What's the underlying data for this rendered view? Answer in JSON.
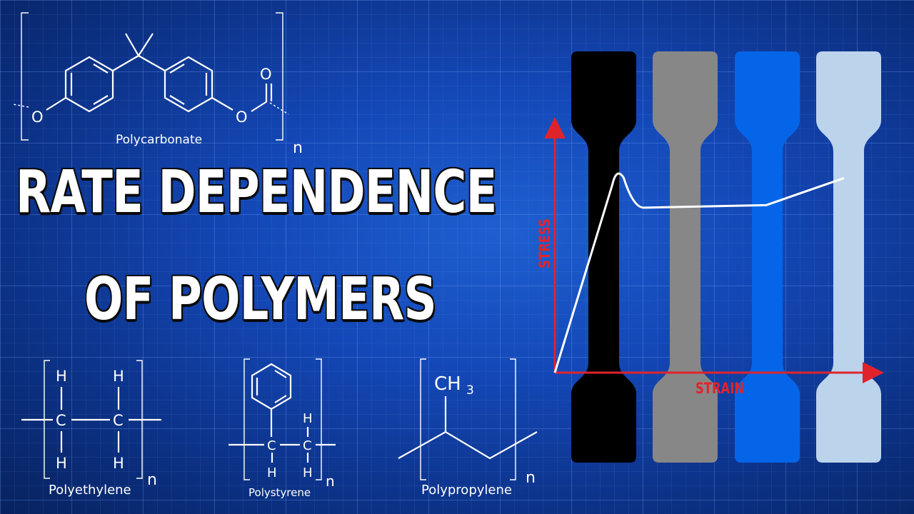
{
  "title": {
    "line1": "RATE DEPENDENCE",
    "line2": "OF POLYMERS"
  },
  "molecules": {
    "polycarbonate": {
      "name": "Polycarbonate",
      "sub": "n",
      "o_left": "O",
      "o_right": "O",
      "o_top": "O"
    },
    "polyethylene": {
      "name": "Polyethylene",
      "sub": "n",
      "h": "H",
      "c": "C"
    },
    "polystyrene": {
      "name": "Polystyrene",
      "sub": "n",
      "h": "H",
      "c": "C"
    },
    "polypropylene": {
      "name": "Polypropylene",
      "sub": "n",
      "ch3": "CH",
      "ch3_sub": "3"
    }
  },
  "stress_strain": {
    "y_axis_label": "STRESS",
    "x_axis_label": "STRAIN",
    "axis_color": "#e0232a",
    "curve_color": "#ffffff",
    "curve": [
      [
        0,
        0
      ],
      [
        0.19,
        0.82
      ],
      [
        0.26,
        0.67
      ],
      [
        0.65,
        0.68
      ],
      [
        0.89,
        0.79
      ]
    ]
  },
  "specimens": [
    {
      "color": "#000000"
    },
    {
      "color": "#878787"
    },
    {
      "color": "#0565e8"
    },
    {
      "color": "#bcd3ec"
    }
  ]
}
